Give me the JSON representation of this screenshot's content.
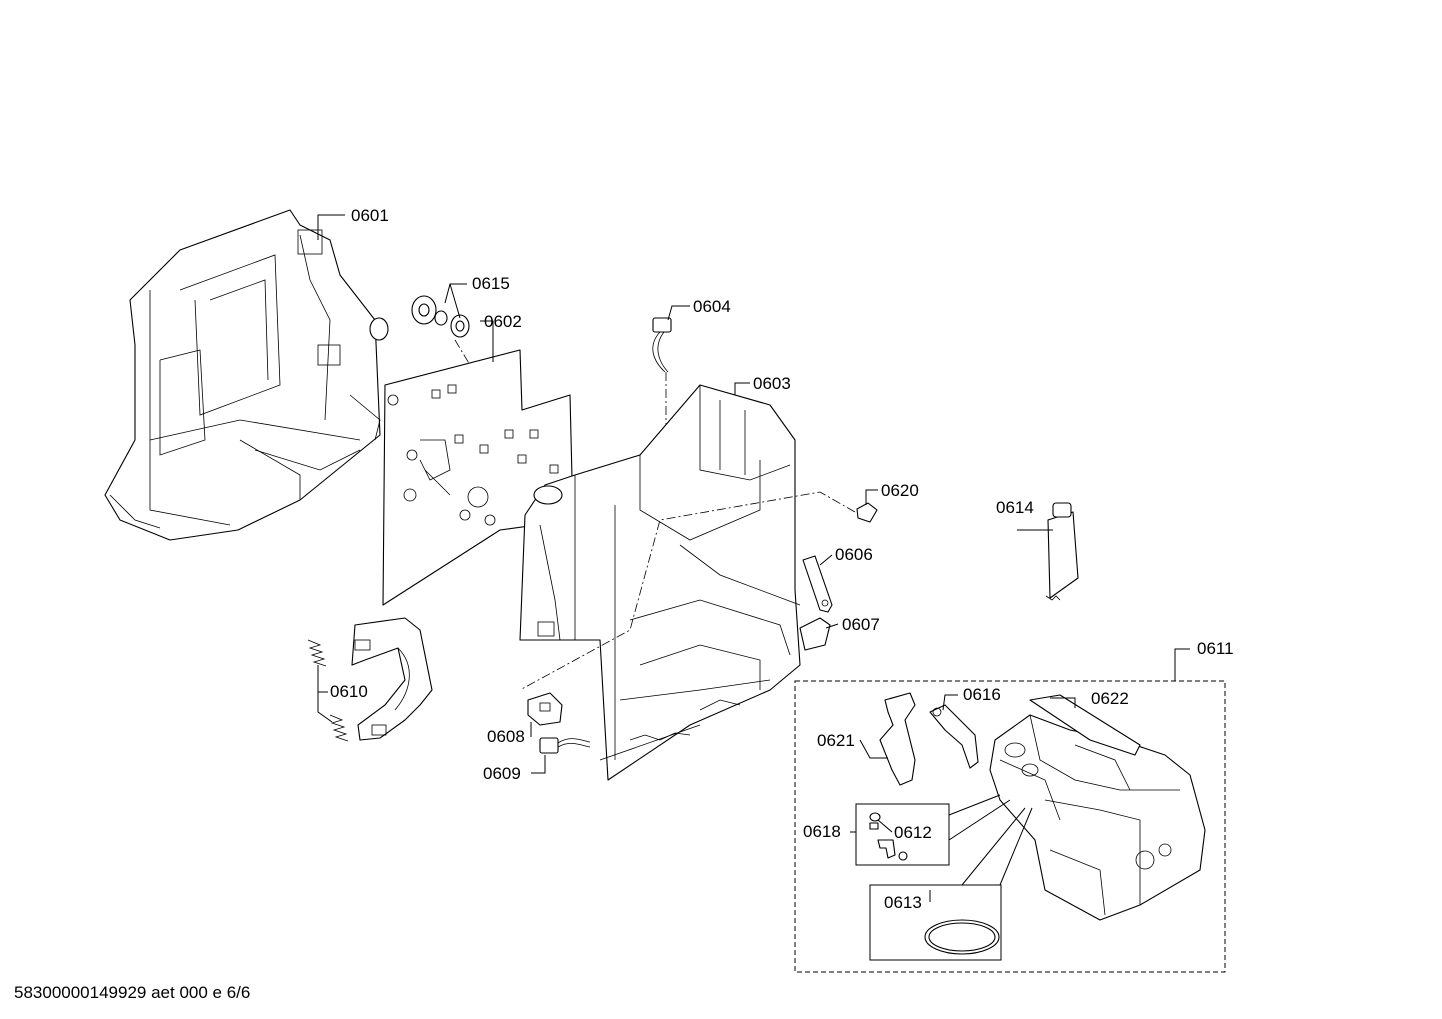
{
  "diagram": {
    "footer": "58300000149929 aet 000 e 6/6",
    "parts": [
      {
        "id": "0601",
        "label": "0601"
      },
      {
        "id": "0602",
        "label": "0602"
      },
      {
        "id": "0603",
        "label": "0603"
      },
      {
        "id": "0604",
        "label": "0604"
      },
      {
        "id": "0606",
        "label": "0606"
      },
      {
        "id": "0607",
        "label": "0607"
      },
      {
        "id": "0608",
        "label": "0608"
      },
      {
        "id": "0609",
        "label": "0609"
      },
      {
        "id": "0610",
        "label": "0610"
      },
      {
        "id": "0611",
        "label": "0611"
      },
      {
        "id": "0612",
        "label": "0612"
      },
      {
        "id": "0613",
        "label": "0613"
      },
      {
        "id": "0614",
        "label": "0614"
      },
      {
        "id": "0615",
        "label": "0615"
      },
      {
        "id": "0616",
        "label": "0616"
      },
      {
        "id": "0618",
        "label": "0618"
      },
      {
        "id": "0620",
        "label": "0620"
      },
      {
        "id": "0621",
        "label": "0621"
      },
      {
        "id": "0622",
        "label": "0622"
      }
    ]
  }
}
